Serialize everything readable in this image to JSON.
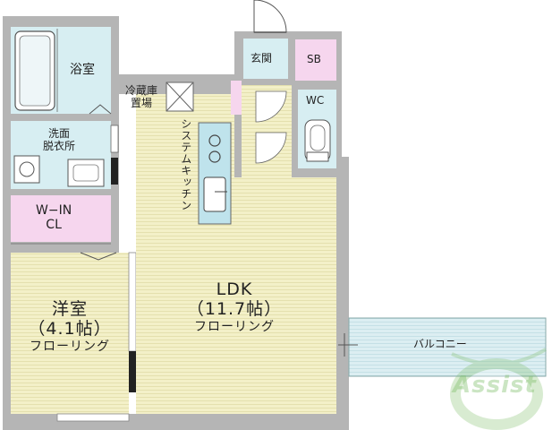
{
  "floorplan": {
    "rooms": {
      "bath": "浴室",
      "washroom": [
        "洗面",
        "脱衣所"
      ],
      "walkin": [
        "W−IN",
        "CL"
      ],
      "western": [
        "洋室",
        "（4.1帖）",
        "フローリング"
      ],
      "ldk": [
        "LDK",
        "（11.7帖）",
        "フローリング"
      ],
      "entrance": "玄関",
      "storage": "SB",
      "toilet": "WC",
      "fridge": [
        "冷蔵庫",
        "置場"
      ],
      "kitchen": "システムキッチン",
      "balcony": "バルコニー"
    },
    "watermark": "Assist"
  },
  "colors": {
    "floor": "#f3f0c8",
    "wet": "#d7eef2",
    "closet": "#f6d6ee",
    "balcony": "#dceef2",
    "wall": "#b5b5b5"
  }
}
